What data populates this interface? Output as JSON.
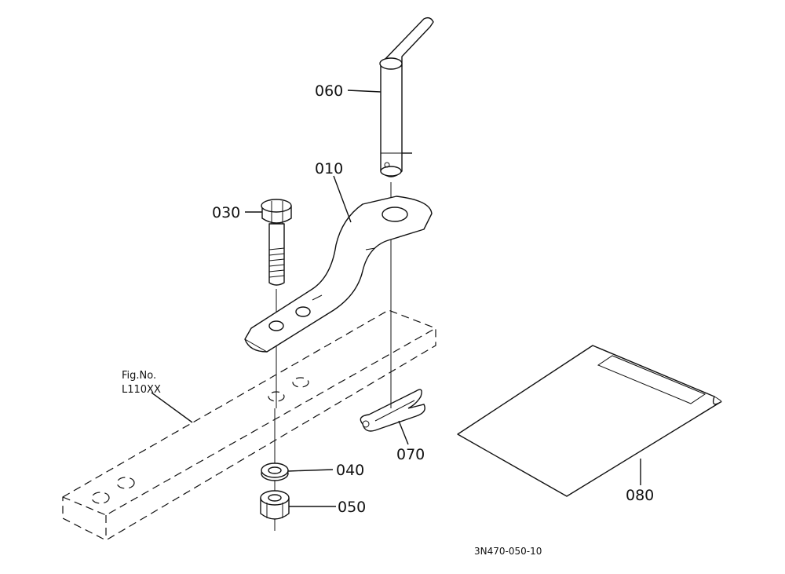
{
  "labels": {
    "p010": "010",
    "p030": "030",
    "p040": "040",
    "p050": "050",
    "p060": "060",
    "p070": "070",
    "p080": "080"
  },
  "fig_ref": {
    "line1": "Fig.No.",
    "line2": "L110XX"
  },
  "drawing_code": "3N470-050-10"
}
